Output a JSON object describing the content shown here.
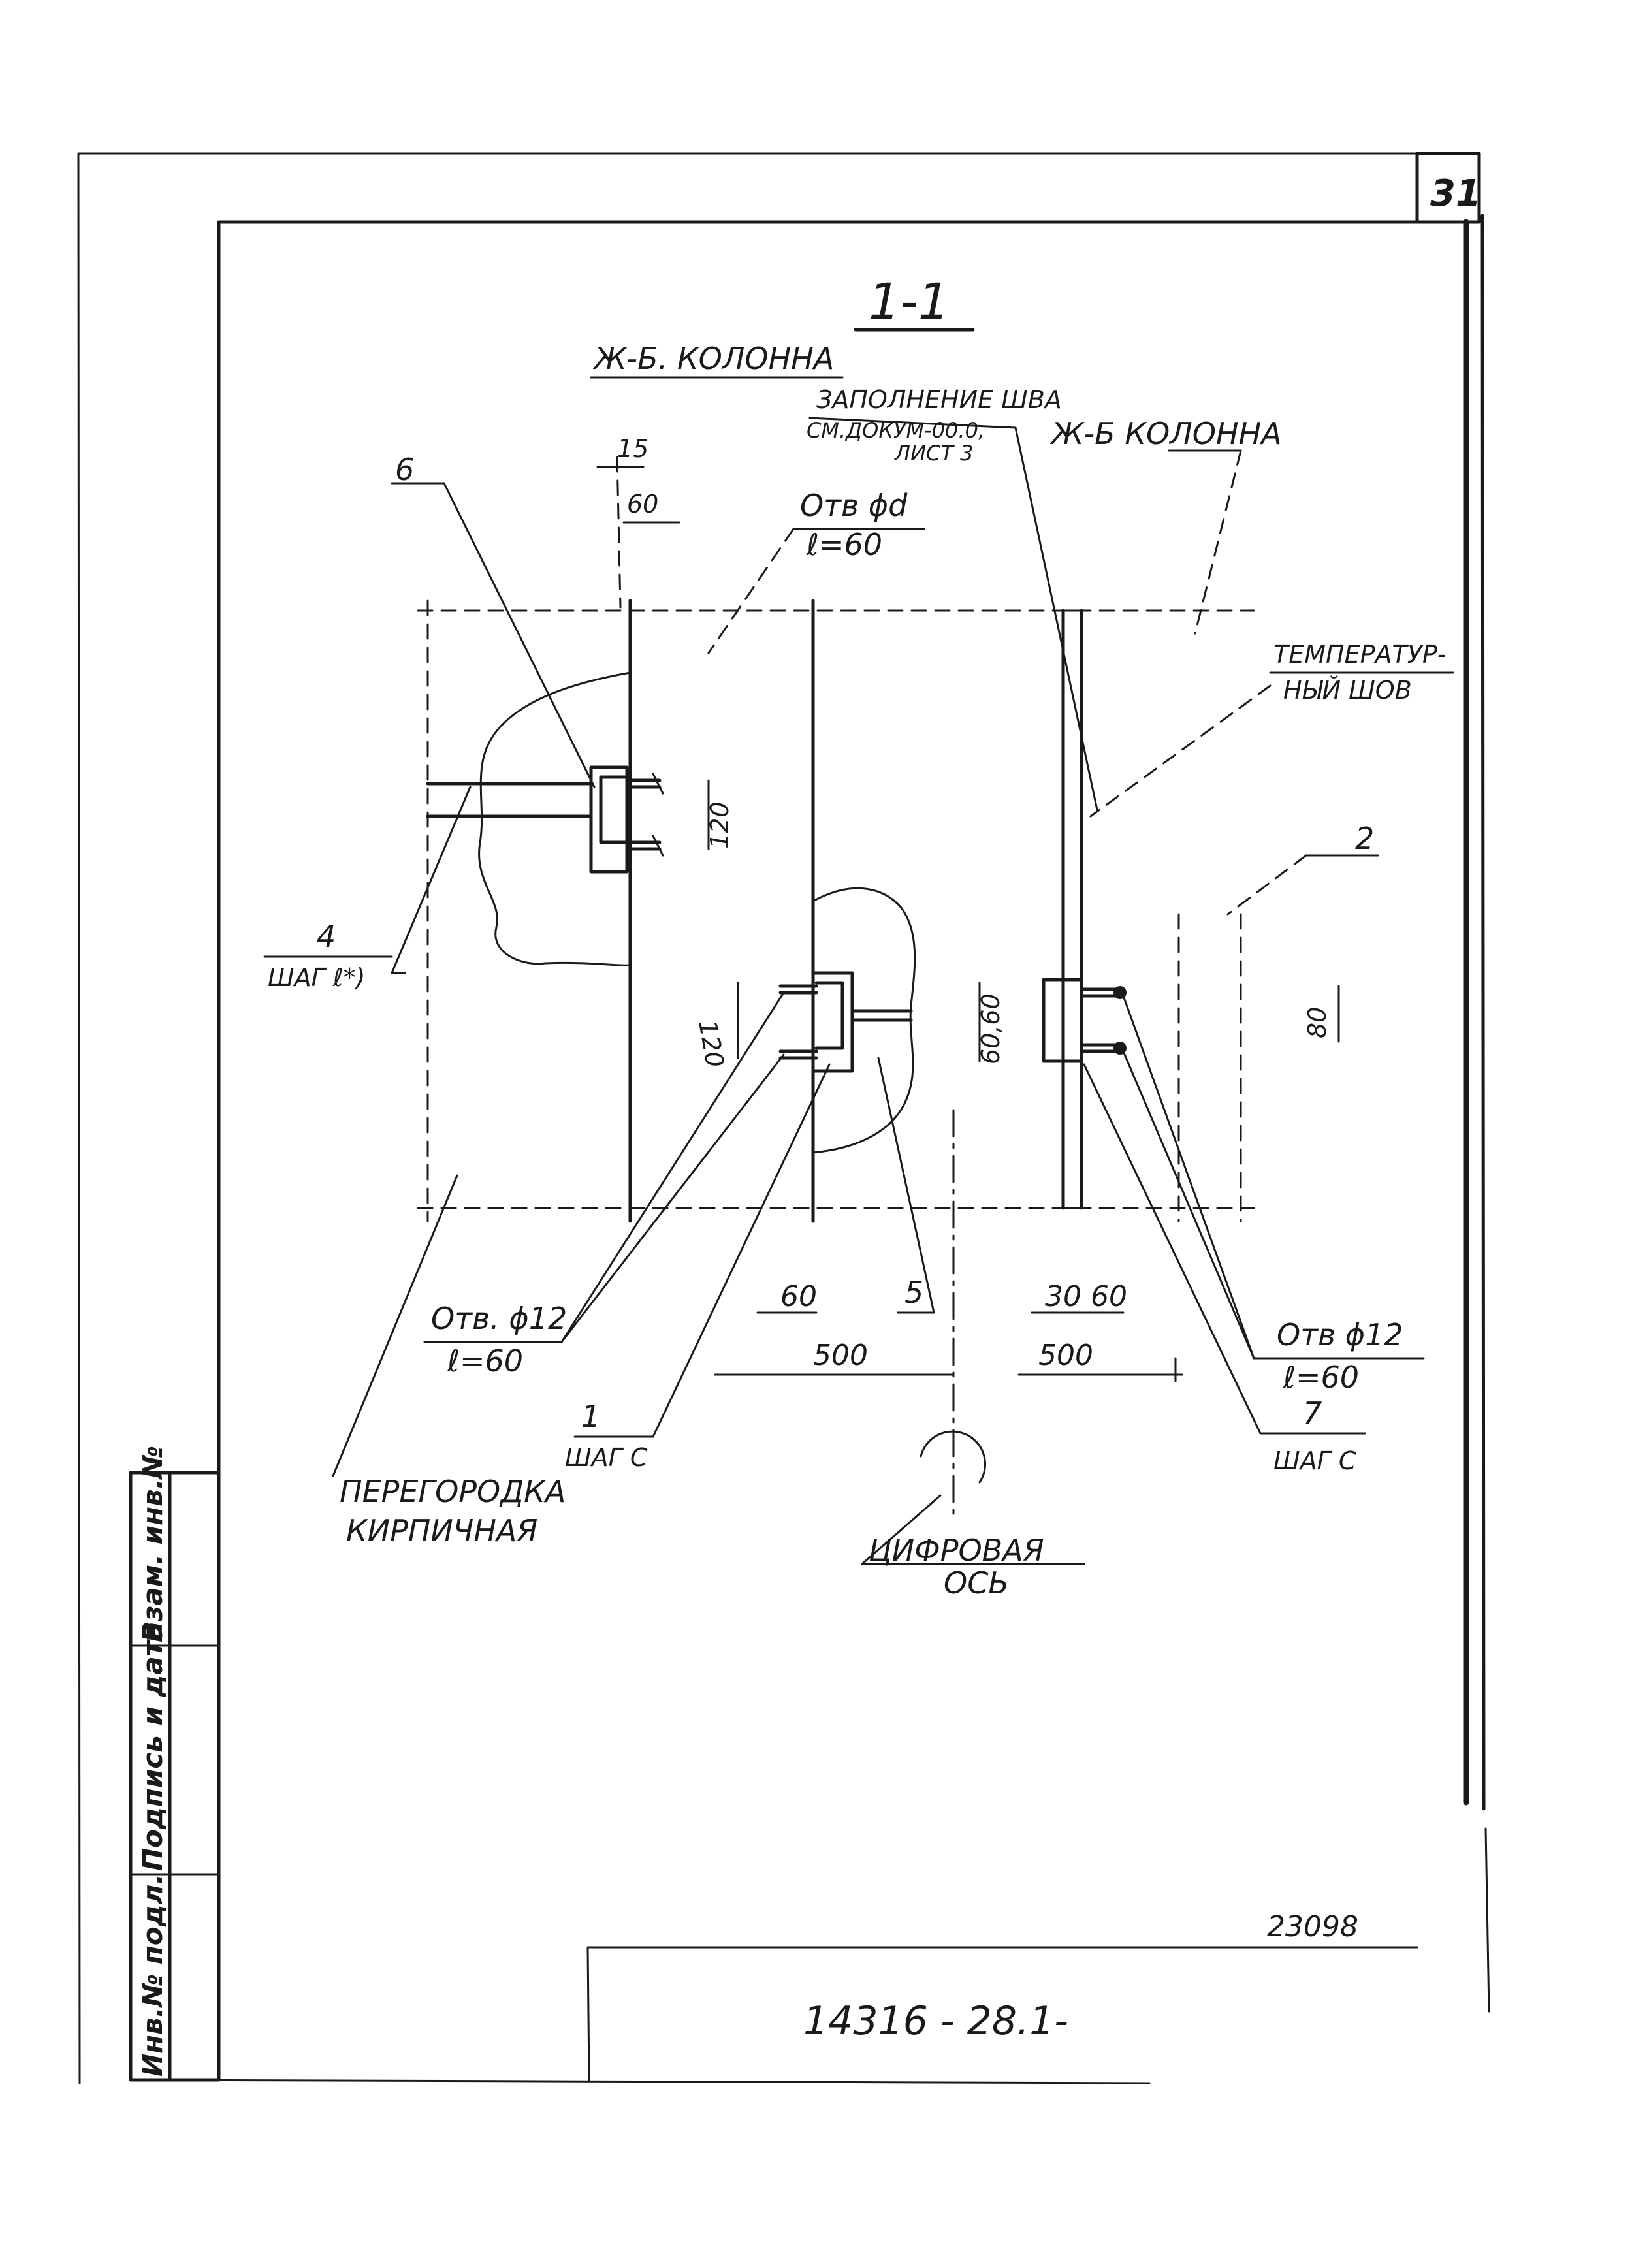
{
  "sheet": {
    "page_number": "31",
    "section_title": "1-1",
    "archive_number": "23098",
    "document_code": "14316 - 28.1-"
  },
  "stamp_column": {
    "inv_no_podl": "Инв.№ подл.",
    "podpis_i_data": "Подпись и дата",
    "vzam_inv_no": "Взам. инв.№"
  },
  "labels": {
    "column_left": "Ж-Б. КОЛОННА",
    "column_right": "Ж-Б КОЛОННА",
    "seam_fill_1": "ЗАПОЛНЕНИЕ ШВА",
    "seam_fill_2": "СМ.ДОКУМ-00.0,",
    "seam_fill_3": "ЛИСТ 3",
    "temp_joint_1": "ТЕМПЕРАТУР-",
    "temp_joint_2": "НЫЙ ШОВ",
    "hole_d_1": "Отв ϕd",
    "hole_d_2": "ℓ=60",
    "hole12_left_1": "Отв. ϕ12",
    "hole12_left_2": "ℓ=60",
    "hole12_right_1": "Отв ϕ12",
    "hole12_right_2": "ℓ=60",
    "mark_6": "6",
    "mark_2": "2",
    "mark_4": "4",
    "mark_4_step": "ШАГ ℓ*)",
    "mark_1": "1",
    "mark_1_step": "ШАГ С",
    "mark_5": "5",
    "mark_7": "7",
    "mark_7_step": "ШАГ С",
    "partition_1": "ПЕРЕГОРОДКА",
    "partition_2": "КИРПИЧНАЯ",
    "axis_1": "ЦИФРОВАЯ",
    "axis_2": "ОСЬ"
  },
  "dimensions": {
    "d15": "15",
    "d60_top": "60",
    "d120_left": "120",
    "d120_mid": "120",
    "d60_60": "60,60",
    "d80": "80",
    "d60_bottom": "60",
    "d30": "30",
    "d60_right": "60",
    "d500_left": "500",
    "d500_right": "500"
  }
}
